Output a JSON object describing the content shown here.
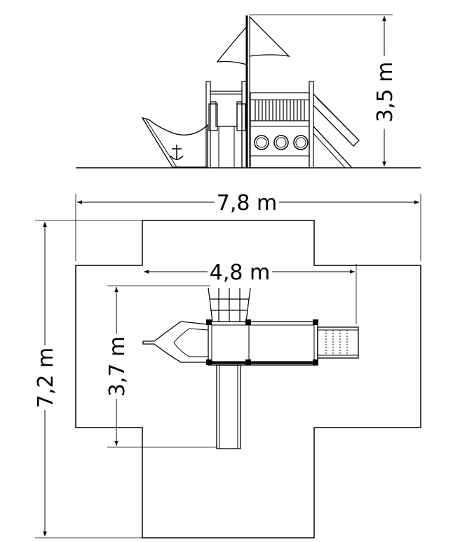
{
  "dimensions": {
    "height": "3,5 m",
    "total_width": "7,8 m",
    "inner_width": "4,8 m",
    "total_depth": "7,2 m",
    "inner_depth": "3,7 m"
  },
  "colors": {
    "line": "#000000",
    "background": "#ffffff"
  }
}
